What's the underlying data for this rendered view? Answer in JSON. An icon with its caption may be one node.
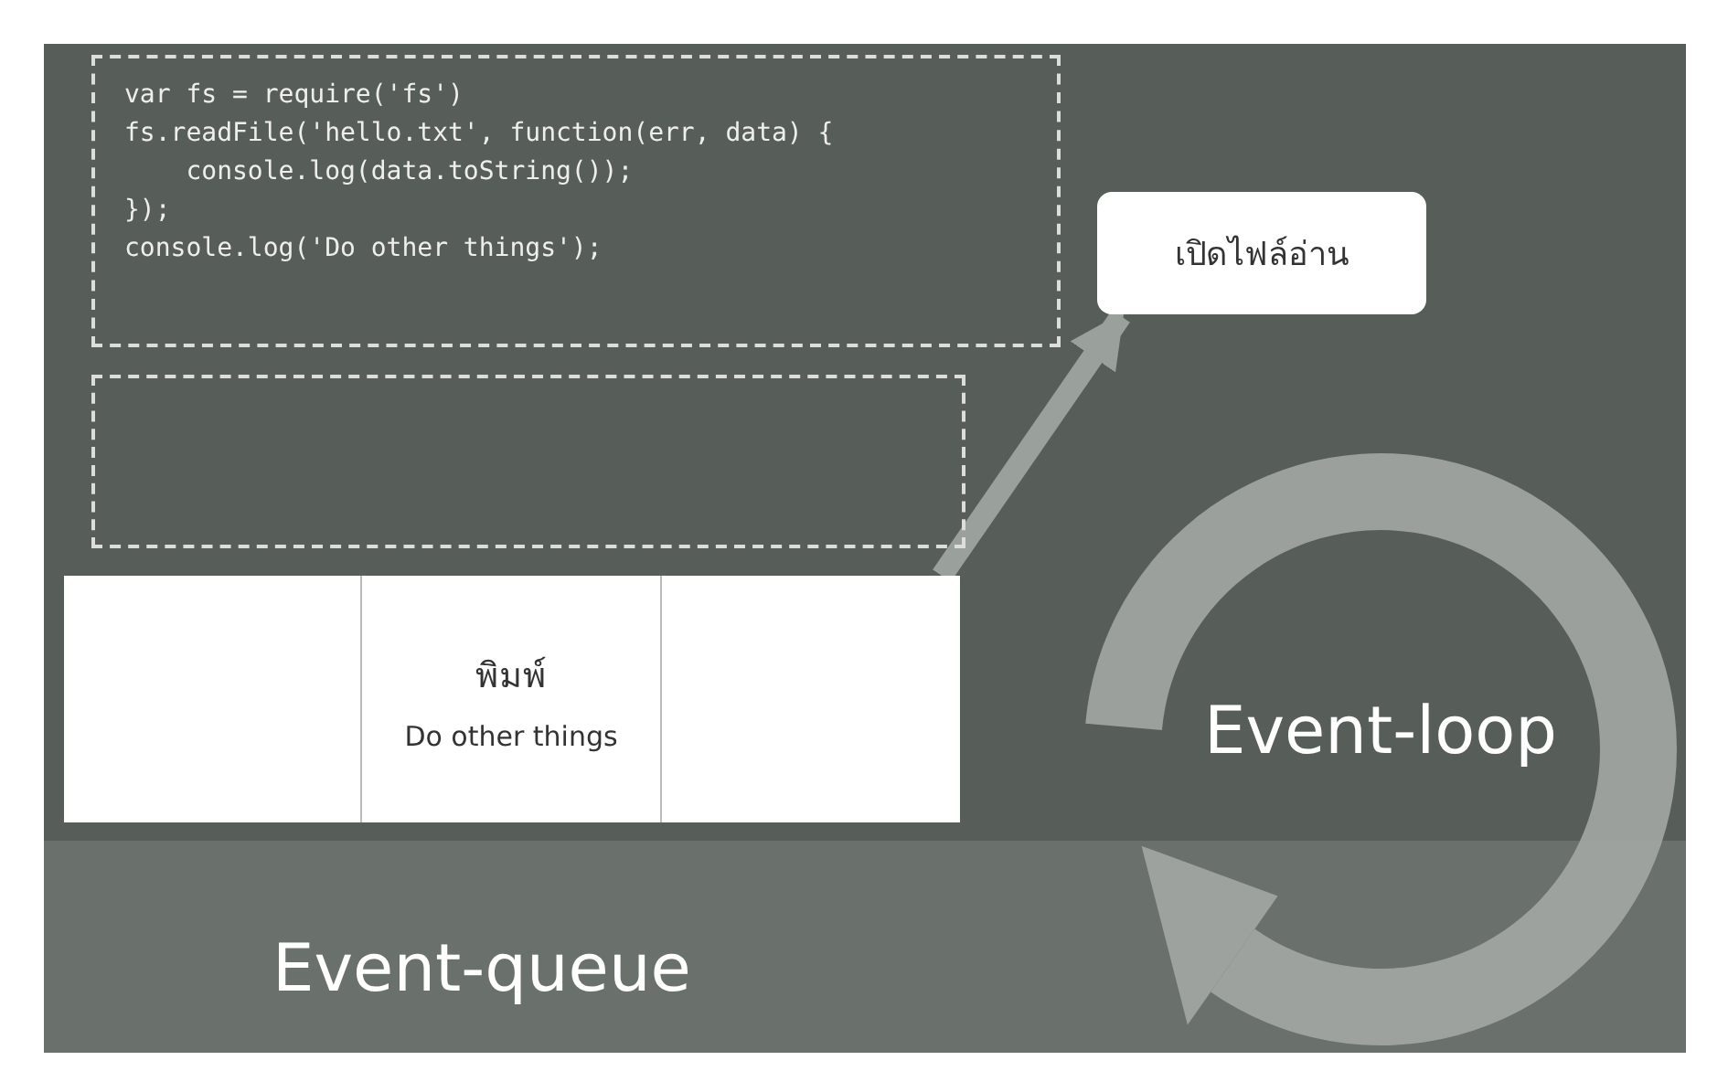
{
  "diagram": {
    "nodes": [
      {
        "text": [
          "var fs = require('fs')",
          "fs.readFile('hello.txt', function(err, data) {",
          "    console.log(data.toString());",
          "});",
          "console.log('Do other things');"
        ]
      },
      {
        "text": [],
        "shape": "box"
      },
      {
        "text": [],
        "shape": "box"
      },
      {
        "text": [
          "พิมพ์",
          "Do other things"
        ]
      },
      {
        "text": [],
        "shape": "box"
      },
      {
        "text": [
          "เปิดไฟล์อ่าน"
        ]
      },
      {
        "text": [
          "Event-loop"
        ]
      },
      {
        "text": [
          "Event-queue"
        ]
      }
    ],
    "edges": [
      {
        "from": 4,
        "to": 5,
        "arrow": "to"
      }
    ]
  }
}
